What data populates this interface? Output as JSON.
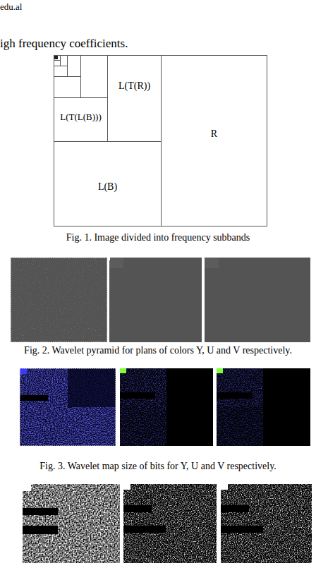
{
  "diagram": {
    "nodes": [
      {
        "text": [
          "L(T(R))"
        ]
      },
      {
        "text": [
          "R"
        ]
      },
      {
        "text": [
          "L(T(L(B)))"
        ]
      },
      {
        "text": [
          "L(B)"
        ]
      }
    ],
    "labels": [
      "edu.al",
      "igh frequency coefficients.",
      "Fig. 1. Image divided into frequency subbands",
      "Fig. 2. Wavelet pyramid for plans of colors Y, U and V respectively.",
      "Fig. 3. Wavelet map size of bits for Y, U and V respectively."
    ]
  }
}
